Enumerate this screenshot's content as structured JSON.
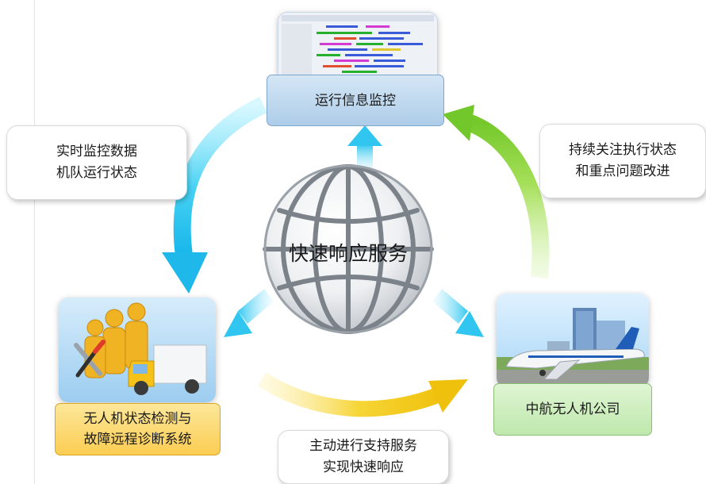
{
  "center": {
    "label": "快速响应服务"
  },
  "nodes": {
    "top": {
      "label": "运行信息监控"
    },
    "left": {
      "lines": [
        "无人机状态检测与",
        "故障远程诊断系统"
      ]
    },
    "right": {
      "label": "中航无人机公司"
    }
  },
  "annotations": {
    "top_left": [
      "实时监控数据",
      "机队运行状态"
    ],
    "top_right": [
      "持续关注执行状态",
      "和重点问题改进"
    ],
    "bottom": [
      "主动进行支持服务",
      "实现快速响应"
    ]
  },
  "colors": {
    "cycle_arrow_blue": "#2ec7ef",
    "cycle_arrow_green": "#8ed83d",
    "cycle_arrow_yellow": "#f2cc22",
    "node_top_fill": "#bcd8ee",
    "node_left_fill": "#fcd87a",
    "node_right_fill": "#cdeec0"
  },
  "icons": {
    "top": "monitor-dashboard-icon",
    "left": "people-tools-truck-icon",
    "right": "aircraft-airport-icon",
    "center": "globe-icon"
  }
}
